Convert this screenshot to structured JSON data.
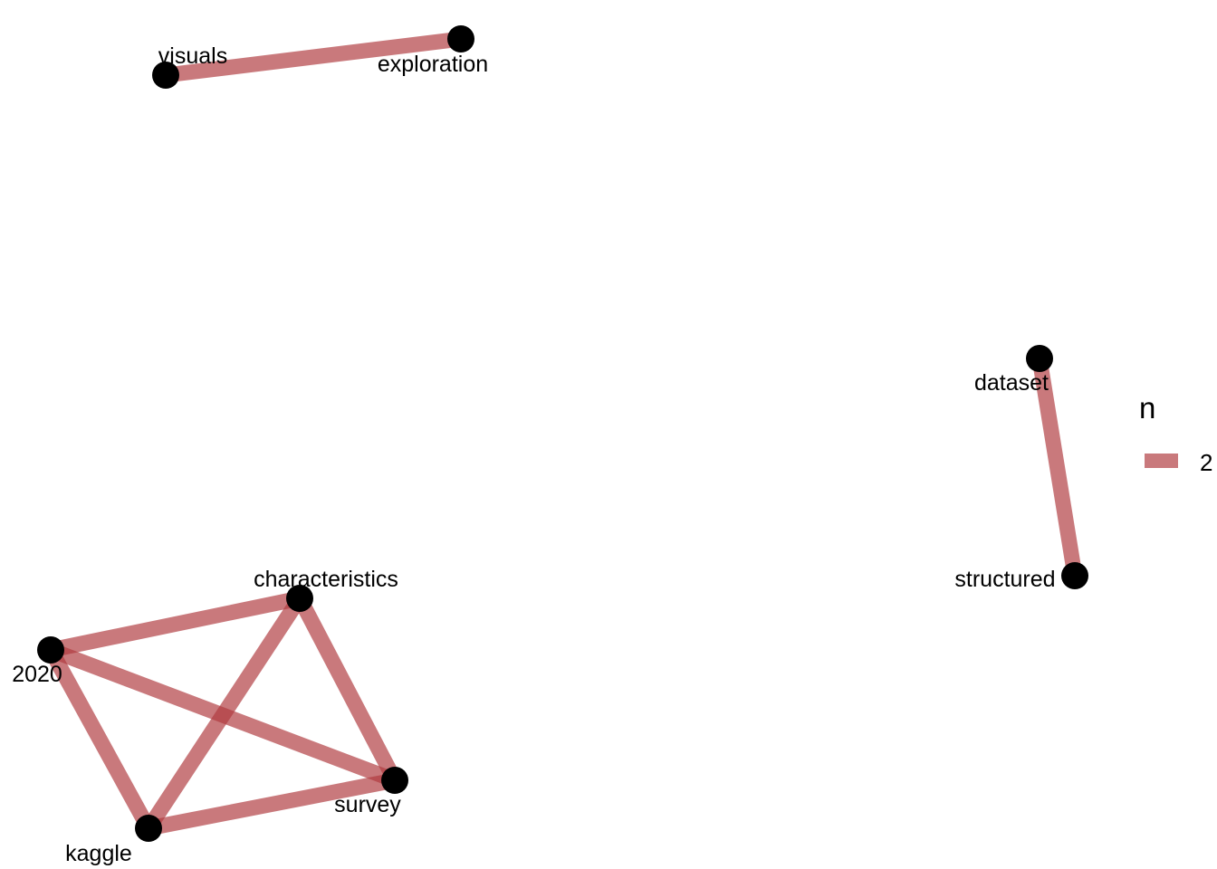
{
  "chart_data": {
    "type": "network",
    "nodes": [
      {
        "id": "visuals",
        "label": "visuals"
      },
      {
        "id": "exploration",
        "label": "exploration"
      },
      {
        "id": "dataset",
        "label": "dataset"
      },
      {
        "id": "structured",
        "label": "structured"
      },
      {
        "id": "characteristics",
        "label": "characteristics"
      },
      {
        "id": "2020",
        "label": "2020"
      },
      {
        "id": "survey",
        "label": "survey"
      },
      {
        "id": "kaggle",
        "label": "kaggle"
      }
    ],
    "edges": [
      {
        "source": "visuals",
        "target": "exploration",
        "n": 2
      },
      {
        "source": "dataset",
        "target": "structured",
        "n": 2
      },
      {
        "source": "2020",
        "target": "characteristics",
        "n": 2
      },
      {
        "source": "2020",
        "target": "survey",
        "n": 2
      },
      {
        "source": "2020",
        "target": "kaggle",
        "n": 2
      },
      {
        "source": "characteristics",
        "target": "survey",
        "n": 2
      },
      {
        "source": "characteristics",
        "target": "kaggle",
        "n": 2
      },
      {
        "source": "kaggle",
        "target": "survey",
        "n": 2
      }
    ],
    "legend": {
      "title": "n",
      "entries": [
        {
          "label": "2"
        }
      ],
      "position": "right"
    },
    "colors": {
      "edge": "#b03a3e",
      "node": "#000000"
    }
  }
}
